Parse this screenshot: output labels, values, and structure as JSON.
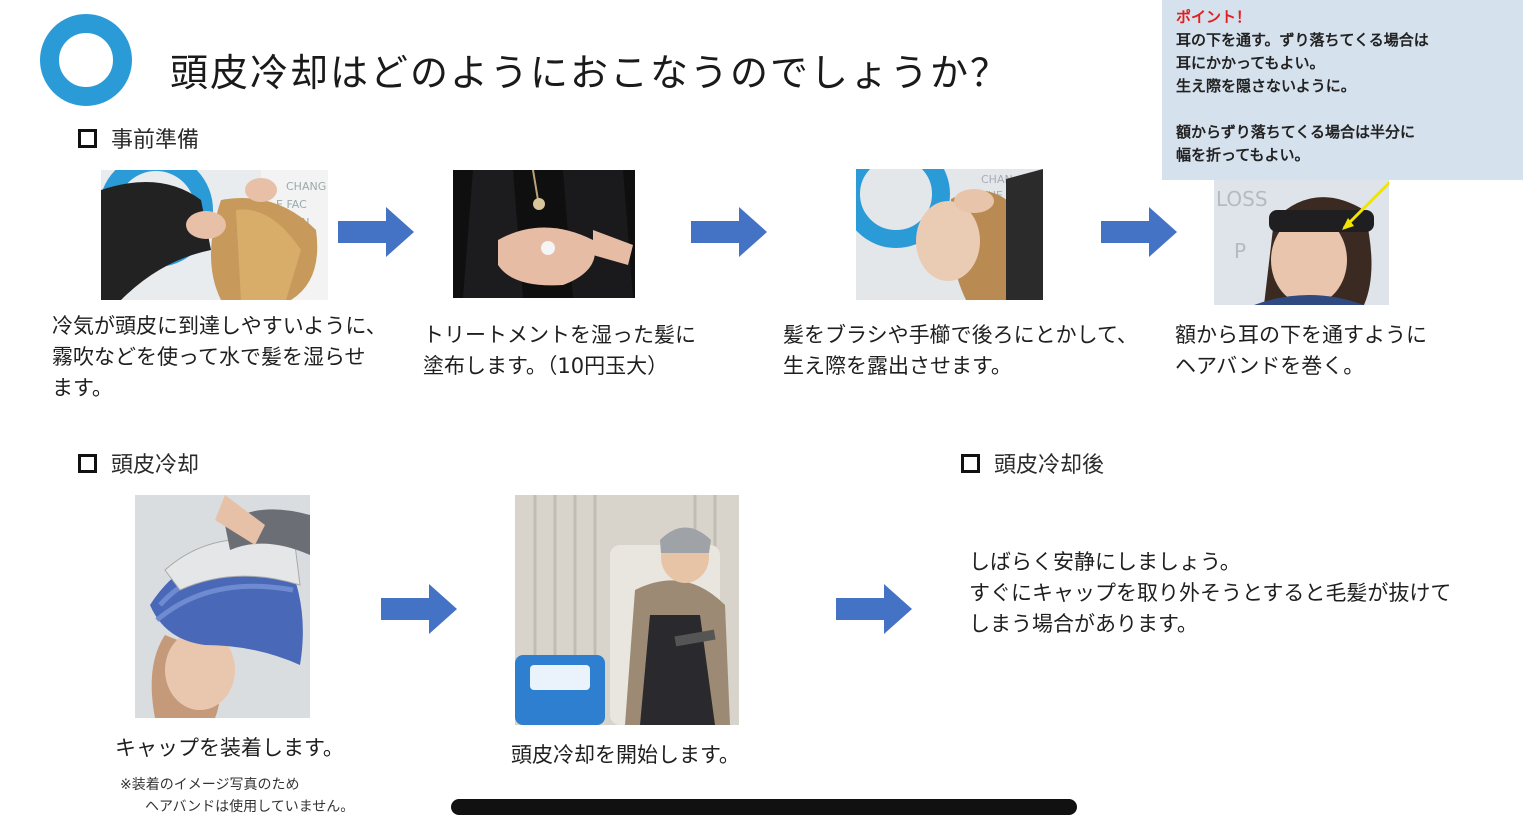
{
  "title": "頭皮冷却はどのようにおこなうのでしょうか？",
  "sections": {
    "pre": "事前準備",
    "cooling": "頭皮冷却",
    "after": "頭皮冷却後"
  },
  "note": {
    "head": "ポイント！",
    "lines": [
      "耳の下を通す。ずり落ちてくる場合は",
      "耳にかかってもよい。",
      "生え際を隠さないように。",
      "",
      "額からずり落ちてくる場合は半分に",
      "幅を折ってもよい。"
    ]
  },
  "prep_steps": [
    {
      "lines": [
        "冷気が頭皮に到達しやすいように、",
        "霧吹などを使って水で髪を湿らせ",
        "ます。"
      ]
    },
    {
      "lines": [
        "トリートメントを湿った髪に",
        "塗布します。（10円玉大）"
      ]
    },
    {
      "lines": [
        "髪をブラシや手櫛で後ろにとかして、",
        "生え際を露出させます。"
      ]
    },
    {
      "lines": [
        "額から耳の下を通すように",
        "ヘアバンドを巻く。"
      ]
    }
  ],
  "cooling_steps": [
    {
      "caption": "キャップを装着します。",
      "notes": [
        "※装着のイメージ写真のため",
        "ヘアバンドは使用していません。"
      ]
    },
    {
      "caption": "頭皮冷却を開始します。"
    }
  ],
  "after_text": [
    "しばらく安静にしましょう。",
    "すぐにキャップを取り外そうとすると毛髪が抜けて",
    "しまう場合があります。"
  ],
  "colors": {
    "accent": "#2b9bd8",
    "arrow": "#4472c4",
    "note_bg": "#d6e1ee",
    "point": "#e0201c"
  }
}
